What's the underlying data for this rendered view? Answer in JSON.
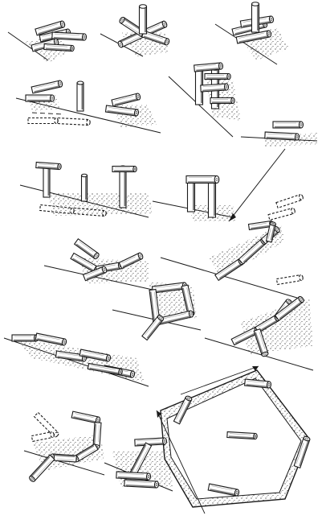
{
  "illustration": {
    "style": "black ink engraving on white paper",
    "ink_color": "#1a1a1a",
    "paper_color": "#ffffff",
    "figures": [
      {
        "id": "stacked-logs-pile",
        "kind": "stacked logs"
      },
      {
        "id": "cross-star",
        "kind": "logs radiating from upright post"
      },
      {
        "id": "log-cabin-cluster",
        "kind": "logs stacked around upright post"
      },
      {
        "id": "pairs-with-post",
        "kind": "log pairs and single upright post"
      },
      {
        "id": "log-frame-tower",
        "kind": "square log frame upright"
      },
      {
        "id": "lone-logs",
        "kind": "two logs on a ledge"
      },
      {
        "id": "t-posts",
        "kind": "three T-shaped posts"
      },
      {
        "id": "arch-gate",
        "kind": "two posts with crossbar"
      },
      {
        "id": "h-shape",
        "kind": "H-shaped log layout"
      },
      {
        "id": "arrow-run",
        "kind": "logs forming an arrow"
      },
      {
        "id": "square-loop",
        "kind": "four logs forming a square"
      },
      {
        "id": "y-shape",
        "kind": "Y-shaped log layout"
      },
      {
        "id": "zigzag-line",
        "kind": "logs laid in a zigzag line"
      },
      {
        "id": "hexagon-platform",
        "kind": "hexagonal platform with logs at corners"
      },
      {
        "id": "s-curve",
        "kind": "logs forming an S curve"
      },
      {
        "id": "z-shape",
        "kind": "Z-shaped log layout"
      }
    ]
  }
}
